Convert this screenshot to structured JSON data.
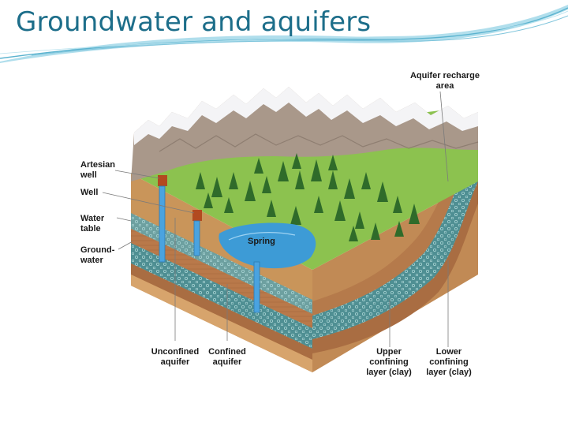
{
  "slide": {
    "title": "Groundwater and aquifers"
  },
  "labels": {
    "recharge": "Aquifer recharge\narea",
    "artesian": "Artesian\nwell",
    "well": "Well",
    "water_table": "Water\ntable",
    "groundwater": "Ground-\nwater",
    "spring": "Spring",
    "unconfined": "Unconfined\naquifer",
    "confined": "Confined\naquifer",
    "upper_confining": "Upper\nconfining\nlayer (clay)",
    "lower_confining": "Lower\nconfining\nlayer (clay)"
  },
  "colors": {
    "title": "#1d6e8a",
    "swoosh": "#5bb3cf",
    "aquifer": "#4f8f93",
    "soil": "#c9955a",
    "clay": "#b9794a",
    "forest": "#2f6b2a",
    "meadow": "#8cc24f",
    "mountain": "#a9988a",
    "snow": "#f4f4f6",
    "spring_water": "#3d9bd6",
    "well_pipe": "#4aa3e0"
  }
}
